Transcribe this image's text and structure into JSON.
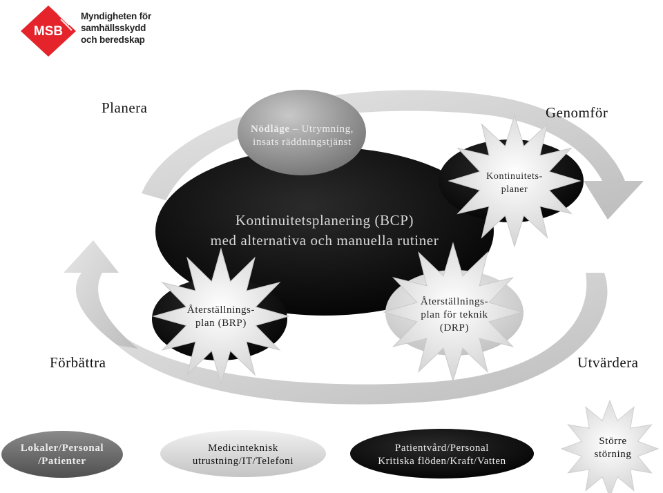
{
  "logo": {
    "badge_text": "MSB",
    "line1": "Myndigheten för",
    "line2": "samhällsskydd",
    "line3": "och beredskap",
    "brand_color": "#e4232b"
  },
  "phases": {
    "plan": "Planera",
    "execute": "Genomför",
    "evaluate": "Utvärdera",
    "improve": "Förbättra"
  },
  "center": {
    "line1": "Kontinuitetsplanering (BCP)",
    "line2": "med alternativa och manuella rutiner"
  },
  "emergency": {
    "bold": "Nödläge",
    "rest": " – Utrymning,",
    "line2": "insats räddningstjänst"
  },
  "continuity_plans": {
    "line1": "Kontinuitets-",
    "line2": "planer"
  },
  "brp": {
    "line1": "Återställnings-",
    "line2": "plan (BRP)"
  },
  "drp": {
    "line1": "Återställnings-",
    "line2": "plan för teknik",
    "line3": "(DRP)"
  },
  "bottom": {
    "premises": {
      "line1": "Lokaler/Personal",
      "line2": "/Patienter"
    },
    "medtech": {
      "line1": "Medicinteknisk",
      "line2": "utrustning/IT/Telefoni"
    },
    "care": {
      "line1": "Patientvård/Personal",
      "line2": "Kritiska flöden/Kraft/Vatten"
    },
    "disruption": {
      "line1": "Större",
      "line2": "störning"
    }
  }
}
